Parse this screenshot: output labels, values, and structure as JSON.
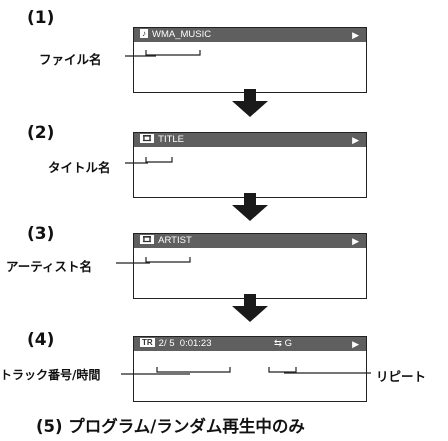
{
  "steps": [
    {
      "number": "(1)",
      "label": "ファイル名",
      "icon": "♪",
      "bar_text": "WMA_MUSIC"
    },
    {
      "number": "(2)",
      "label": "タイトル名",
      "icon": "🎞",
      "bar_text": "TITLE"
    },
    {
      "number": "(3)",
      "label": "アーティスト名",
      "icon": "🎞",
      "bar_text": "ARTIST"
    },
    {
      "number": "(4)",
      "label": "トラック番号/時間",
      "icon": "TR",
      "bar_text": "2/ 5  0:01:23",
      "repeat_text": "G",
      "repeat_icon": "⇆"
    }
  ],
  "play_symbol": "▶",
  "repeat_label": "リピート",
  "footnote": "(5) プログラム/ランダム再生中のみ",
  "colors": {
    "bar": "#5f5f5f",
    "arrow": "#1a1a1a"
  }
}
